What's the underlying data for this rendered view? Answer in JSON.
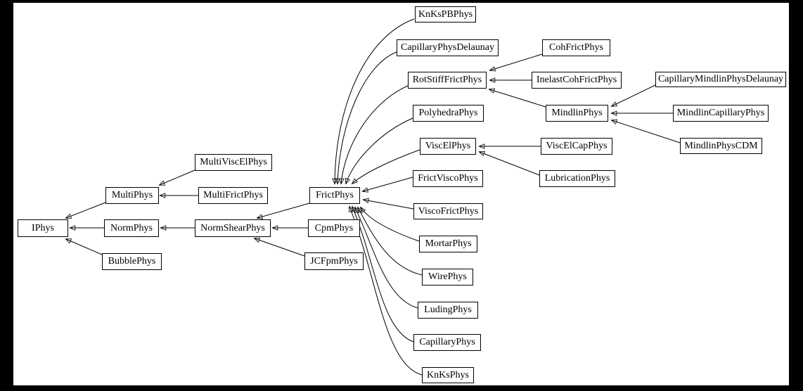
{
  "diagram": {
    "kind": "class-inheritance-graph",
    "colors": {
      "page_background": "#000000",
      "canvas_background": "#ffffff",
      "node_fill": "#ffffff",
      "node_border": "#000000",
      "edge_stroke": "#000000",
      "text": "#000000"
    },
    "nodes": {
      "IPhys": "IPhys",
      "MultiPhys": "MultiPhys",
      "NormPhys": "NormPhys",
      "BubblePhys": "BubblePhys",
      "MultiViscElPhys": "MultiViscElPhys",
      "MultiFrictPhys": "MultiFrictPhys",
      "NormShearPhys": "NormShearPhys",
      "FrictPhys": "FrictPhys",
      "CpmPhys": "CpmPhys",
      "JCFpmPhys": "JCFpmPhys",
      "KnKsPBPhys": "KnKsPBPhys",
      "CapillaryPhysDelaunay": "CapillaryPhysDelaunay",
      "CohFrictPhys": "CohFrictPhys",
      "RotStiffFrictPhys": "RotStiffFrictPhys",
      "InelastCohFrictPhys": "InelastCohFrictPhys",
      "PolyhedraPhys": "PolyhedraPhys",
      "MindlinPhys": "MindlinPhys",
      "CapillaryMindlinPhysDelaunay": "CapillaryMindlinPhysDelaunay",
      "MindlinCapillaryPhys": "MindlinCapillaryPhys",
      "MindlinPhysCDM": "MindlinPhysCDM",
      "ViscElPhys": "ViscElPhys",
      "ViscElCapPhys": "ViscElCapPhys",
      "FrictViscoPhys": "FrictViscoPhys",
      "LubricationPhys": "LubricationPhys",
      "ViscoFrictPhys": "ViscoFrictPhys",
      "MortarPhys": "MortarPhys",
      "WirePhys": "WirePhys",
      "LudingPhys": "LudingPhys",
      "CapillaryPhys": "CapillaryPhys",
      "KnKsPhys": "KnKsPhys"
    },
    "edges": [
      {
        "from": "MultiPhys",
        "to": "IPhys"
      },
      {
        "from": "NormPhys",
        "to": "IPhys"
      },
      {
        "from": "BubblePhys",
        "to": "IPhys"
      },
      {
        "from": "MultiViscElPhys",
        "to": "MultiPhys"
      },
      {
        "from": "MultiFrictPhys",
        "to": "MultiPhys"
      },
      {
        "from": "NormShearPhys",
        "to": "NormPhys"
      },
      {
        "from": "FrictPhys",
        "to": "NormShearPhys"
      },
      {
        "from": "CpmPhys",
        "to": "NormShearPhys"
      },
      {
        "from": "JCFpmPhys",
        "to": "NormShearPhys"
      },
      {
        "from": "KnKsPBPhys",
        "to": "FrictPhys"
      },
      {
        "from": "CapillaryPhysDelaunay",
        "to": "FrictPhys"
      },
      {
        "from": "RotStiffFrictPhys",
        "to": "FrictPhys"
      },
      {
        "from": "PolyhedraPhys",
        "to": "FrictPhys"
      },
      {
        "from": "ViscElPhys",
        "to": "FrictPhys"
      },
      {
        "from": "FrictViscoPhys",
        "to": "FrictPhys"
      },
      {
        "from": "ViscoFrictPhys",
        "to": "FrictPhys"
      },
      {
        "from": "MortarPhys",
        "to": "FrictPhys"
      },
      {
        "from": "WirePhys",
        "to": "FrictPhys"
      },
      {
        "from": "LudingPhys",
        "to": "FrictPhys"
      },
      {
        "from": "CapillaryPhys",
        "to": "FrictPhys"
      },
      {
        "from": "KnKsPhys",
        "to": "FrictPhys"
      },
      {
        "from": "CohFrictPhys",
        "to": "RotStiffFrictPhys"
      },
      {
        "from": "InelastCohFrictPhys",
        "to": "RotStiffFrictPhys"
      },
      {
        "from": "MindlinPhys",
        "to": "RotStiffFrictPhys"
      },
      {
        "from": "CapillaryMindlinPhysDelaunay",
        "to": "MindlinPhys"
      },
      {
        "from": "MindlinCapillaryPhys",
        "to": "MindlinPhys"
      },
      {
        "from": "MindlinPhysCDM",
        "to": "MindlinPhys"
      },
      {
        "from": "ViscElCapPhys",
        "to": "ViscElPhys"
      },
      {
        "from": "LubricationPhys",
        "to": "ViscElPhys"
      }
    ]
  }
}
